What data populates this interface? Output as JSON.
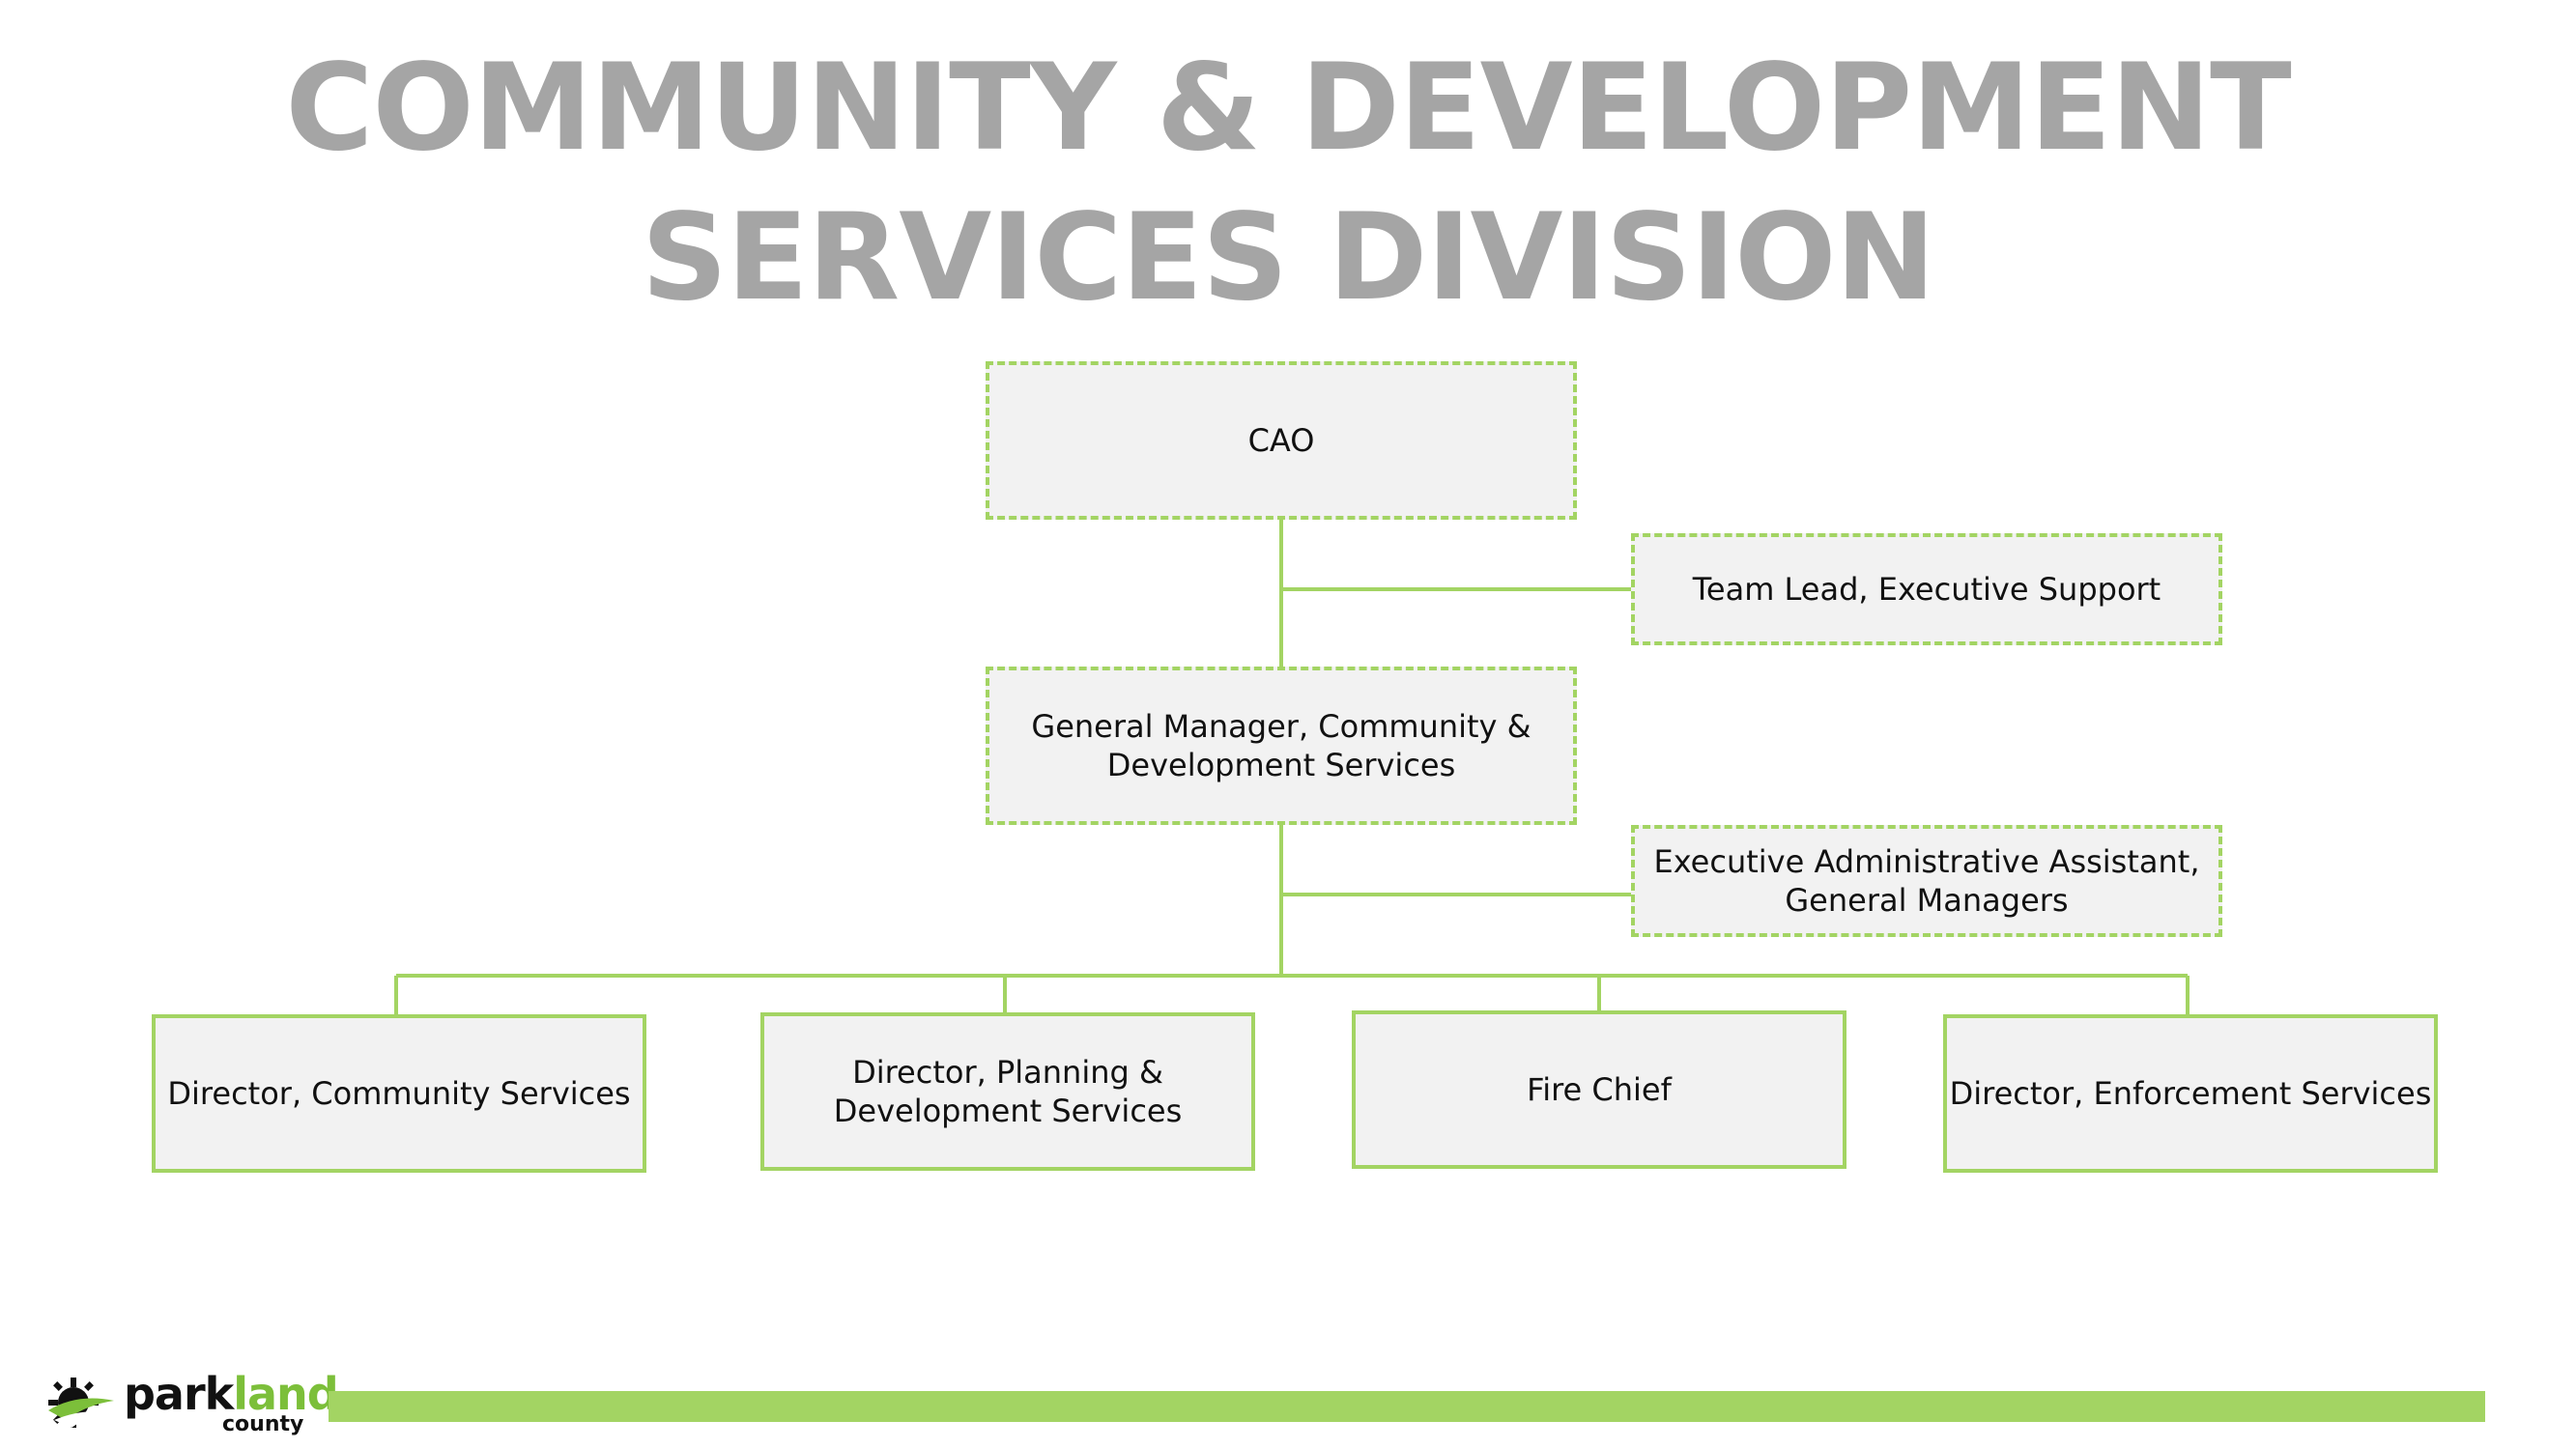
{
  "title": {
    "line1": "COMMUNITY & DEVELOPMENT",
    "line2": "SERVICES DIVISION"
  },
  "nodes": {
    "cao": "CAO",
    "team_lead": "Team Lead, Executive Support",
    "general_manager": "General Manager, Community &\nDevelopment Services",
    "exec_admin": "Executive Administrative Assistant,\nGeneral Managers",
    "dir_community": "Director, Community Services",
    "dir_planning": "Director, Planning &\nDevelopment Services",
    "fire_chief": "Fire Chief",
    "dir_enforcement": "Director, Enforcement Services"
  },
  "logo": {
    "word_part1": "park",
    "word_part2": "land",
    "subtext": "county",
    "icon": "parkland-county-logo-icon"
  },
  "colors": {
    "accent_green": "#a3d463",
    "title_gray": "#a5a5a5",
    "box_fill": "#f2f2f2"
  }
}
